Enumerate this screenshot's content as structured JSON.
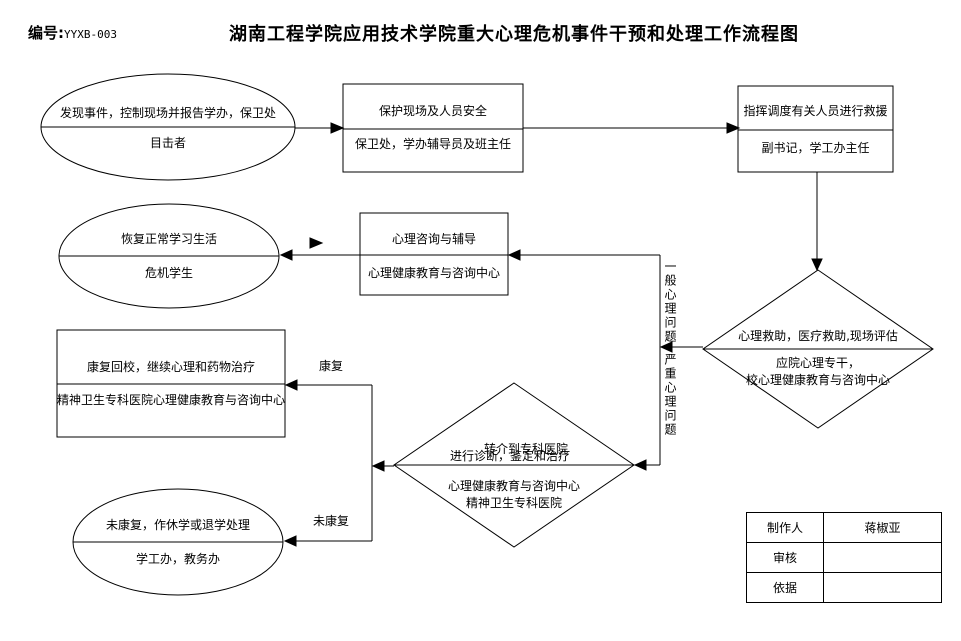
{
  "header": {
    "code_label": "编号:",
    "code_value": "YYXB-003",
    "title": "湖南工程学院应用技术学院重大心理危机事件干预和处理工作流程图"
  },
  "nodes": {
    "witness": {
      "line1": "发现事件，控制现场并报告学办，保卫处",
      "line2": "目击者"
    },
    "protect_scene": {
      "line1": "保护现场及人员安全",
      "line2": "保卫处，学办辅导员及班主任"
    },
    "command": {
      "line1": "指挥调度有关人员进行救援",
      "line2": "副书记，学工办主任"
    },
    "assess": {
      "line1": "心理救助，医疗救助,现场评估",
      "line2a": "应院心理专干，",
      "line2b": "校心理健康教育与咨询中心"
    },
    "recover_normal": {
      "line1": "恢复正常学习生活",
      "line2": "危机学生"
    },
    "counsel": {
      "line1": "心理咨询与辅导",
      "line2": "心理健康教育与咨询中心"
    },
    "return_school": {
      "line1": "康复回校，继续心理和药物治疗",
      "line2": "精神卫生专科医院心理健康教育与咨询中心"
    },
    "refer": {
      "line1a": "转介到专科医院",
      "line1b": "进行诊断，鉴定和治疗",
      "line2a": "心理健康教育与咨询中心",
      "line2b": "精神卫生专科医院"
    },
    "not_recovered": {
      "line1": "未康复，作休学或退学处理",
      "line2": "学工办，教务办"
    }
  },
  "edge_labels": {
    "general_problem": "一般心理问题",
    "severe_problem": "严重心理问题",
    "recovered": "康复",
    "not_recovered": "未康复"
  },
  "table": {
    "rows": [
      {
        "label": "制作人",
        "value": "蒋椒亚"
      },
      {
        "label": "审核",
        "value": ""
      },
      {
        "label": "依据",
        "value": ""
      }
    ]
  },
  "colors": {
    "line": "#000000",
    "background": "#ffffff",
    "text": "#000000"
  }
}
